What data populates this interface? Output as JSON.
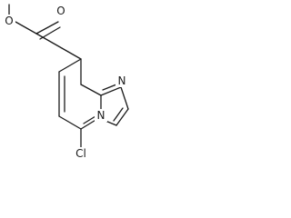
{
  "molecule": {
    "atoms": {
      "methoxy_oxygen": "O",
      "carbonyl_oxygen": "O",
      "imidazole_nitrogen": "N",
      "bridgehead_nitrogen": "N",
      "chlorine": "Cl"
    },
    "bond_color": "#1a1a1a",
    "background": "#ffffff"
  }
}
